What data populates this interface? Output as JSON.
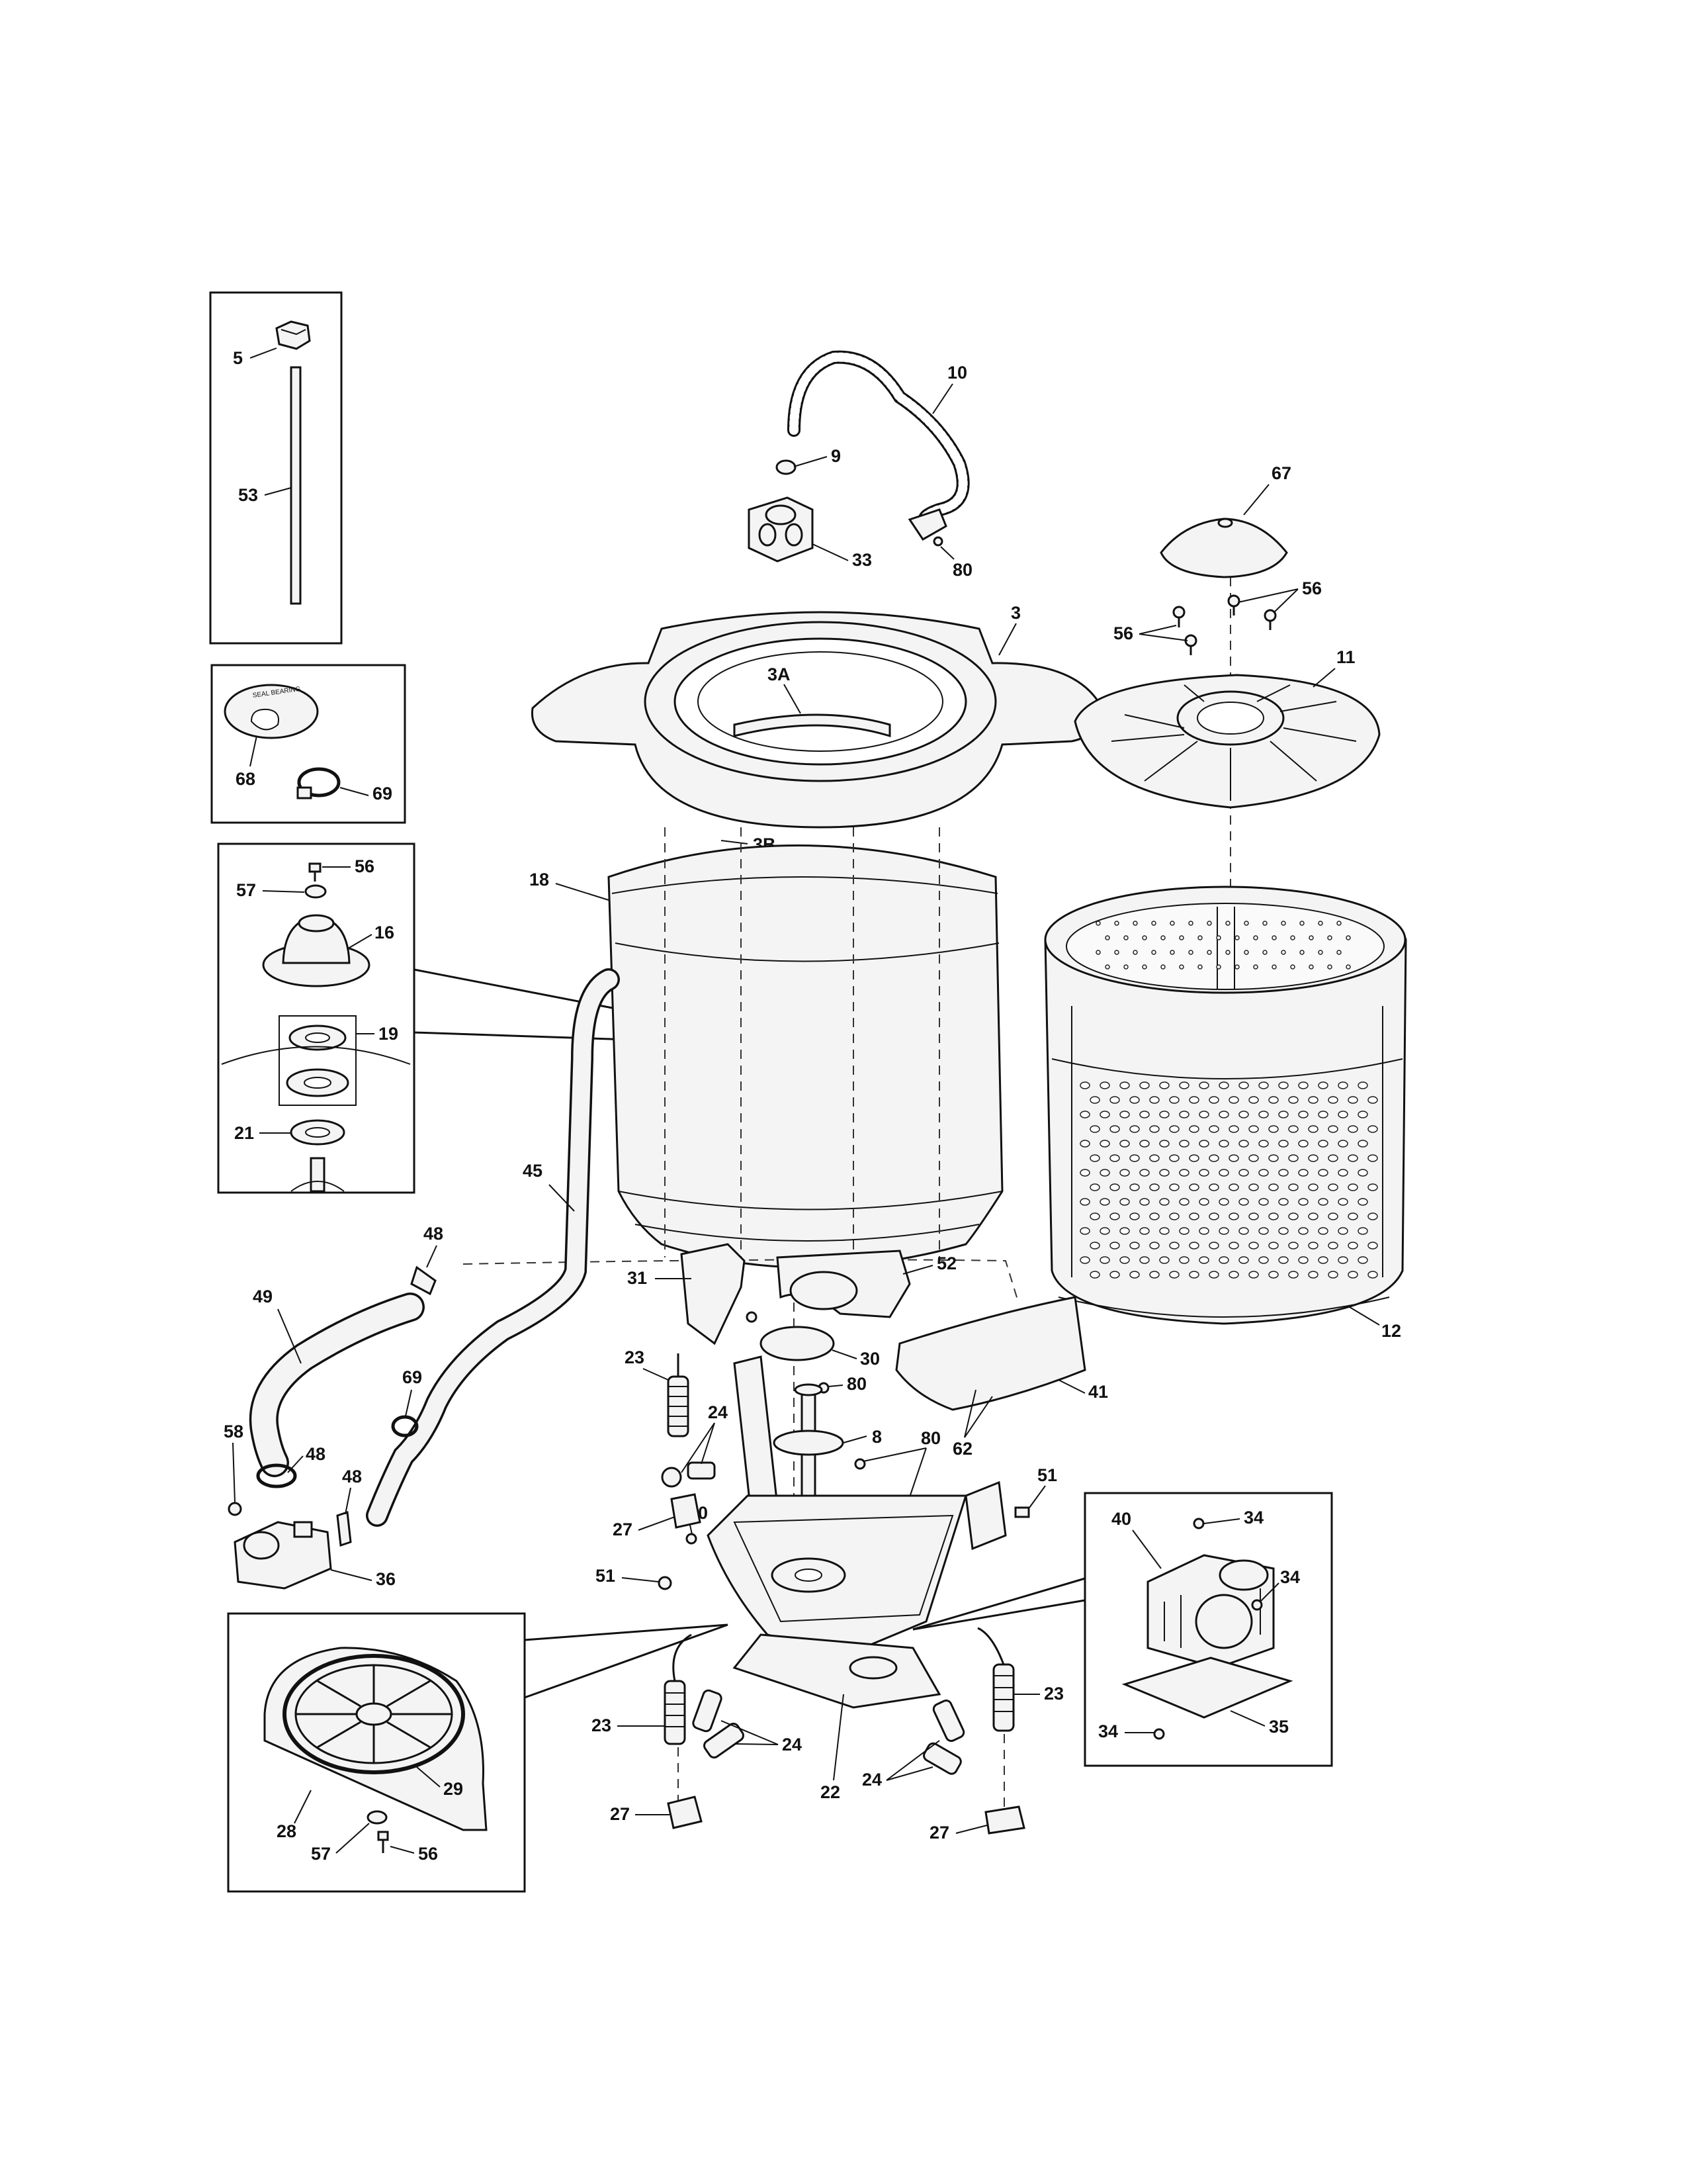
{
  "callouts": {
    "p5": "5",
    "p53": "53",
    "p68": "68",
    "p69a": "69",
    "p56a": "56",
    "p57a": "57",
    "p16": "16",
    "p19": "19",
    "p21": "21",
    "p10": "10",
    "p9": "9",
    "p33": "33",
    "p80a": "80",
    "p67": "67",
    "p56b": "56",
    "p56c": "56",
    "p11": "11",
    "p3": "3",
    "p3A": "3A",
    "p3B": "3B",
    "p18": "18",
    "p12": "12",
    "p45": "45",
    "p48a": "48",
    "p49": "49",
    "p31": "31",
    "p52": "52",
    "p69b": "69",
    "p58": "58",
    "p48b": "48",
    "p48c": "48",
    "p36": "36",
    "p23a": "23",
    "p30": "30",
    "p80b": "80",
    "p8": "8",
    "p24a": "24",
    "p41": "41",
    "p80c": "80",
    "p62": "62",
    "p27a": "27",
    "p80d": "80",
    "p51a": "51",
    "p51b": "51",
    "p40": "40",
    "p34a": "34",
    "p34b": "34",
    "p34c": "34",
    "p35": "35",
    "p23b": "23",
    "p24b": "24",
    "p23c": "23",
    "p24c": "24",
    "p27b": "27",
    "p22": "22",
    "p27c": "27",
    "p28": "28",
    "p29": "29",
    "p57b": "57",
    "p56d": "56"
  },
  "part_68_ring_text": "SEAL BEARING"
}
